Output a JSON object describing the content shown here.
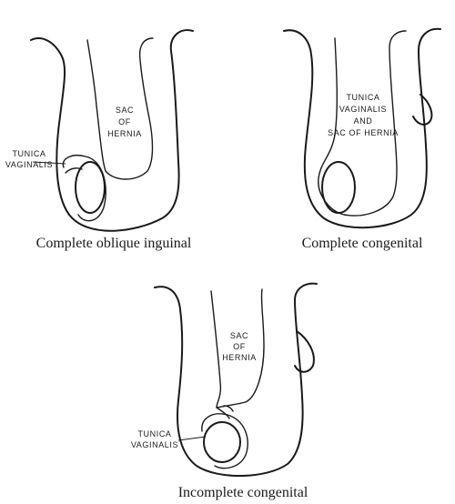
{
  "panels": {
    "oblique": {
      "caption": "Complete oblique inguinal",
      "sac_label": [
        "SAC",
        "OF",
        "HERNIA"
      ],
      "tunica_label": [
        "TUNICA",
        "VAGINALIS"
      ]
    },
    "congenital": {
      "caption": "Complete congenital",
      "sac_label": [
        "TUNICA",
        "VAGINALIS",
        "AND",
        "SAC OF HERNIA"
      ]
    },
    "incomplete": {
      "caption": "Incomplete congenital",
      "sac_label": [
        "SAC",
        "OF",
        "HERNIA"
      ],
      "tunica_label": [
        "TUNICA",
        "VAGINALIS"
      ]
    }
  },
  "colors": {
    "ink": "#1a1a1a",
    "paper": "#ffffff"
  }
}
